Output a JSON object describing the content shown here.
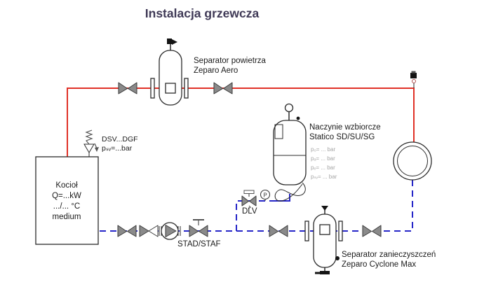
{
  "title": "Instalacja grzewcza",
  "labels": {
    "air_separator": {
      "line1": "Separator powietrza",
      "line2": "Zeparo Aero"
    },
    "safety_valve": {
      "line1": "DSV...DGF",
      "line2": "pₛᵥ=...bar"
    },
    "boiler": {
      "lines": [
        "Kocioł",
        "Q=...kW",
        ".../... °C",
        "medium"
      ]
    },
    "expansion_vessel": {
      "line1": "Naczynie wzbiorcze",
      "line2": "Statico SD/SU/SG",
      "params": [
        "p₀= ... bar",
        "pₐ= ... bar",
        "pₑ= ... bar",
        "pₛᵥ= ... bar"
      ]
    },
    "dlv": {
      "label": "DLV"
    },
    "gauge": {
      "label": "P"
    },
    "balancing_valve": {
      "label": "STAD/STAF"
    },
    "dirt_separator": {
      "line1": "Separator zanieczyszczeń",
      "line2": "Zeparo Cyclone Max"
    }
  },
  "colors": {
    "supply": "#e03127",
    "return": "#2525c8",
    "valve": "#8a8a8a",
    "outline": "#2b2b2b",
    "title": "#3f3956",
    "muted": "#a6a6a6"
  }
}
